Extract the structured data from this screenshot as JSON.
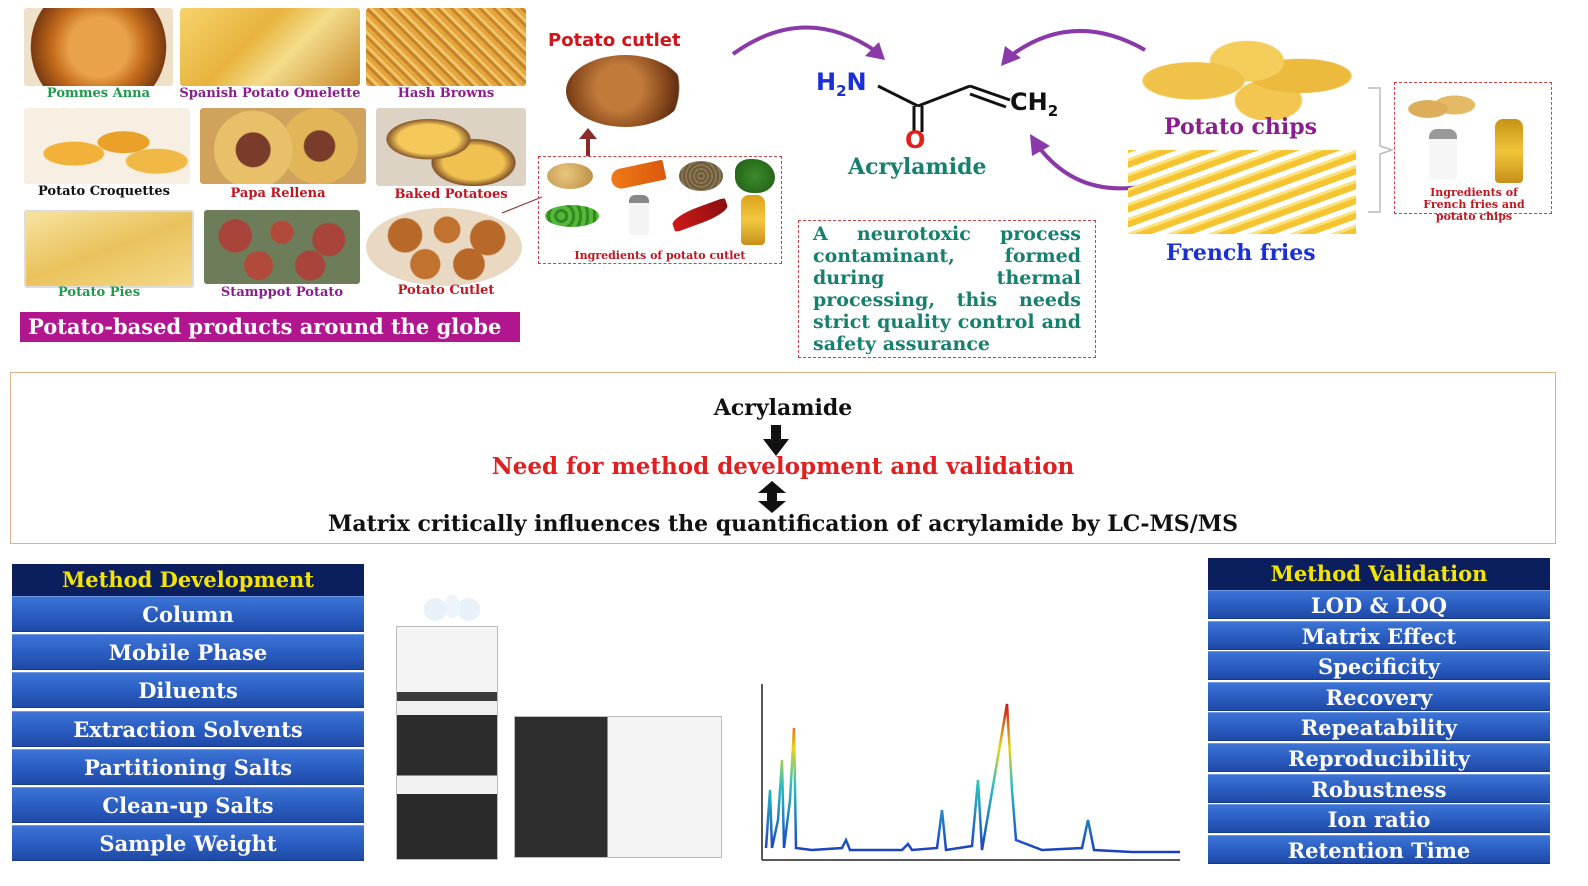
{
  "products": {
    "items": [
      {
        "label": "Pommes Anna",
        "color": "green"
      },
      {
        "label": "Spanish Potato Omelette",
        "color": "purple"
      },
      {
        "label": "Hash Browns",
        "color": "purple"
      },
      {
        "label": "Potato Croquettes",
        "color": "black"
      },
      {
        "label": "Papa Rellena",
        "color": "red"
      },
      {
        "label": "Baked Potatoes",
        "color": "red"
      },
      {
        "label": "Potato Pies",
        "color": "green"
      },
      {
        "label": "Stamppot Potato",
        "color": "purple"
      },
      {
        "label": "Potato Cutlet",
        "color": "red"
      }
    ],
    "banner": "Potato-based products around the globe"
  },
  "cutlet": {
    "title": "Potato cutlet",
    "ingredients_caption": "Ingredients of potato cutlet"
  },
  "molecule": {
    "amine": "H",
    "amine_sub": "2",
    "amine_n": "N",
    "oxygen": "O",
    "methylene": "CH",
    "methylene_sub": "2",
    "name": "Acrylamide"
  },
  "description": "A neurotoxic process contaminant, formed during thermal processing, this needs strict quality control and safety assurance",
  "snacks": {
    "chips": "Potato chips",
    "fries": "French fries",
    "ingredients_caption": "Ingredients of French fries and potato chips"
  },
  "flow": {
    "top": "Acrylamide",
    "middle": "Need for method development and validation",
    "bottom": "Matrix critically influences the quantification of acrylamide by LC-MS/MS"
  },
  "method_development": {
    "title": "Method Development",
    "items": [
      "Column",
      "Mobile Phase",
      "Diluents",
      "Extraction Solvents",
      "Partitioning Salts",
      "Clean-up Salts",
      "Sample Weight"
    ]
  },
  "method_validation": {
    "title": "Method Validation",
    "items": [
      "LOD & LOQ",
      "Matrix Effect",
      "Specificity",
      "Recovery",
      "Repeatability",
      "Reproducibility",
      "Robustness",
      "Ion ratio",
      "Retention Time"
    ]
  },
  "colors": {
    "banner": "#b1168f",
    "panel_head": "#0b1f5e",
    "panel_item": "#2a5cc0",
    "flow_red": "#e02020",
    "molecule_blue": "#1a2fd6",
    "molecule_red": "#e0201a",
    "teal": "#16806e",
    "arrow_purple": "#8a3aa8"
  },
  "icons": [
    "down-arrow-icon",
    "double-arrow-icon",
    "curved-arrow-icon",
    "lcms-instrument-icon",
    "chromatogram-icon"
  ]
}
